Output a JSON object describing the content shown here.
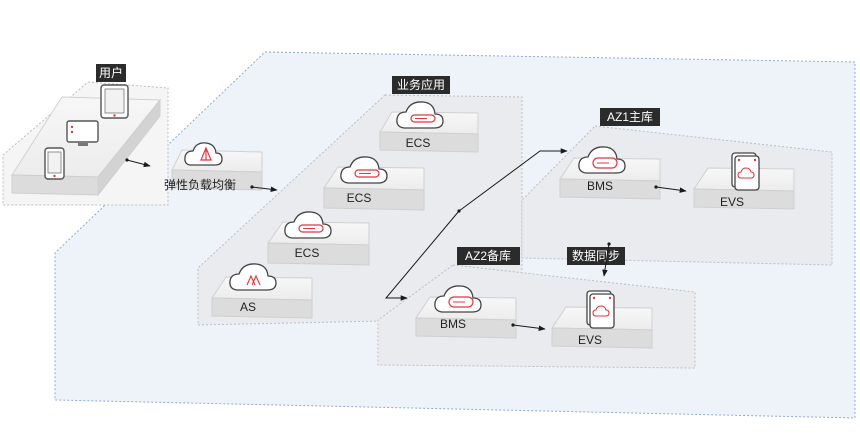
{
  "labels": {
    "user_tag": "用户",
    "business_tag": "业务应用",
    "az1_tag": "AZ1主库",
    "az2_tag": "AZ2备库",
    "sync_tag": "数据同步",
    "elb": "弹性负载均衡",
    "ecs_top": "ECS",
    "ecs_mid": "ECS",
    "ecs_low": "ECS",
    "as": "AS",
    "bms_az1": "BMS",
    "evs_az1": "EVS",
    "bms_az2": "BMS",
    "evs_az2": "EVS"
  },
  "colors": {
    "accent": "#e0383e",
    "region_fill": "#eef3fa",
    "region_stroke": "#8fa9d4",
    "zone_fill": "#e9ebef",
    "zone_stroke": "#b9bec8",
    "tag_bg": "#2b2b2b",
    "line": "#1a1a1a"
  },
  "icons": {
    "elb": "load-balancer-cloud-icon",
    "ecs": "server-cloud-icon",
    "as": "auto-scaling-cloud-icon",
    "bms": "bare-metal-cloud-icon",
    "evs": "disk-cloud-icon",
    "devices": [
      "tablet-icon",
      "monitor-icon",
      "phone-icon"
    ]
  }
}
